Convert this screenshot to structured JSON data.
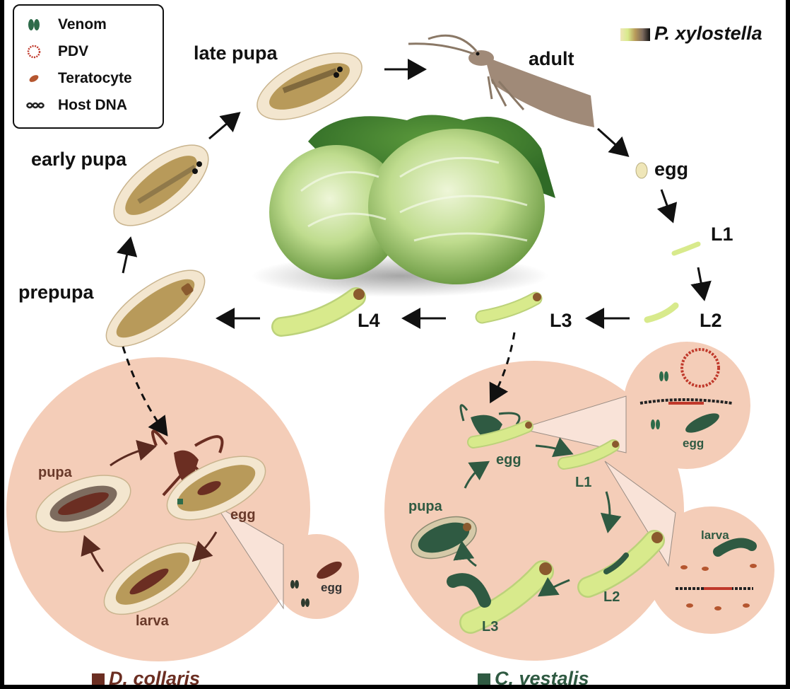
{
  "legend": {
    "items": [
      {
        "label": "Venom",
        "icon": "venom-icon",
        "color": "#2e6b4a"
      },
      {
        "label": "PDV",
        "icon": "pdv-ring-icon",
        "color": "#c0392b"
      },
      {
        "label": "Teratocyte",
        "icon": "teratocyte-icon",
        "color": "#b5562f"
      },
      {
        "label": "Host DNA",
        "icon": "host-dna-icon",
        "color": "#222222"
      }
    ]
  },
  "host": {
    "species": "P. xylostella",
    "stages": {
      "late_pupa": "late pupa",
      "adult": "adult",
      "egg": "egg",
      "l1": "L1",
      "l2": "L2",
      "l3": "L3",
      "l4": "L4",
      "prepupa": "prepupa",
      "early_pupa": "early pupa"
    }
  },
  "parasitoid_left": {
    "species": "D. collaris",
    "color": "#6b2e22",
    "labels": {
      "pupa": "pupa",
      "egg": "egg",
      "larva": "larva",
      "inset_egg": "egg"
    }
  },
  "parasitoid_right": {
    "species": "C. vestalis",
    "color": "#2f5a42",
    "labels": {
      "egg": "egg",
      "l1": "L1",
      "l2": "L2",
      "l3": "L3",
      "pupa": "pupa",
      "inset_egg": "egg",
      "inset_larva": "larva"
    }
  },
  "colors": {
    "circle_fill": "#f4cdb8",
    "larva_green": "#d8ea8c",
    "pupa_tan": "#b89a5a",
    "venom_green": "#2e6b4a"
  }
}
